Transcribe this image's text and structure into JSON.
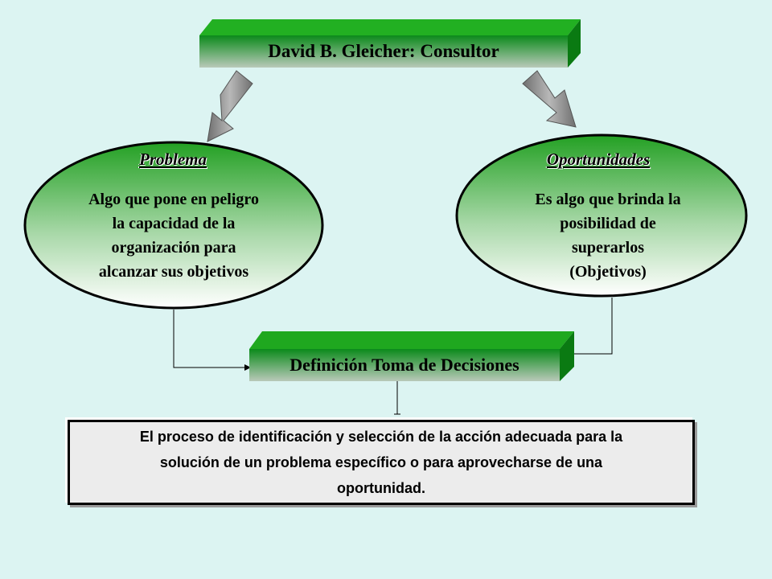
{
  "title_box": {
    "label": "David B. Gleicher: Consultor"
  },
  "problem": {
    "title": "Problema",
    "lines": [
      "Algo que pone en peligro",
      "la capacidad de la",
      "organización para",
      "alcanzar sus objetivos"
    ]
  },
  "opportunity": {
    "title": "Oportunidades",
    "lines": [
      "Es algo que brinda la",
      "posibilidad de",
      "superarlos",
      "(Objetivos)"
    ]
  },
  "decision_box": {
    "label": "Definición Toma de Decisiones"
  },
  "definition": {
    "lines": [
      "El proceso de identificación y selección de la acción adecuada para la",
      "solución de un problema específico o para aprovecharse de una",
      "oportunidad."
    ]
  },
  "colors": {
    "background": "#dcf4f2",
    "box_green": "#0a8a1a",
    "box_top": "#22b022",
    "box_side": "#0a7a12",
    "ellipse_green": "#2aa02a",
    "arrow_gray": "#8c8c8c"
  }
}
